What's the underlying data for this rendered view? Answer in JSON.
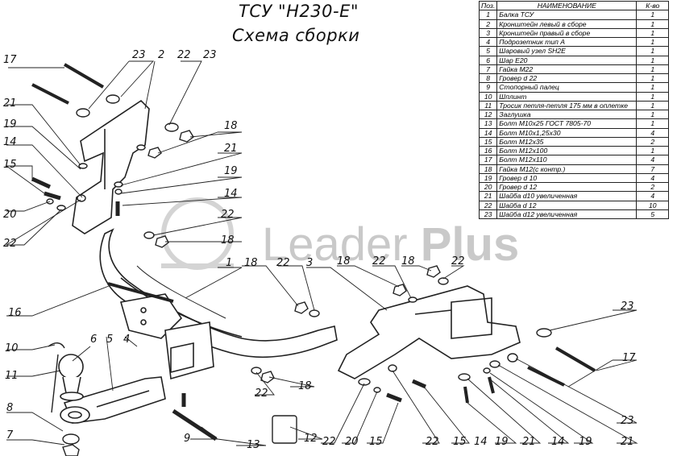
{
  "title": {
    "line1": "ТСУ \"H230-E\"",
    "line2": "Схема сборки"
  },
  "watermark": {
    "word1": "Leader ",
    "word2": "Plus"
  },
  "table": {
    "headers": {
      "pos": "Поз.",
      "name": "НАИМЕНОВАНИЕ",
      "qty": "К-во"
    },
    "rows": [
      {
        "pos": "1",
        "name": "Балка ТСУ",
        "qty": "1"
      },
      {
        "pos": "2",
        "name": "Кронштейн левый в сборе",
        "qty": "1"
      },
      {
        "pos": "3",
        "name": "Кронштейн правый в сборе",
        "qty": "1"
      },
      {
        "pos": "4",
        "name": "Подрозетник тип А",
        "qty": "1"
      },
      {
        "pos": "5",
        "name": "Шаровый узел SH2E",
        "qty": "1"
      },
      {
        "pos": "6",
        "name": "Шар E20",
        "qty": "1"
      },
      {
        "pos": "7",
        "name": "Гайка M22",
        "qty": "1"
      },
      {
        "pos": "8",
        "name": "Гровер d 22",
        "qty": "1"
      },
      {
        "pos": "9",
        "name": "Стопорный палец",
        "qty": "1"
      },
      {
        "pos": "10",
        "name": "Шплинт",
        "qty": "1"
      },
      {
        "pos": "11",
        "name": "Тросик петля-петля 175 мм в оплетке",
        "qty": "1"
      },
      {
        "pos": "12",
        "name": "Заглушка",
        "qty": "1"
      },
      {
        "pos": "13",
        "name": "Болт M10x25 ГОСТ 7805-70",
        "qty": "1"
      },
      {
        "pos": "14",
        "name": "Болт M10x1,25x30",
        "qty": "4"
      },
      {
        "pos": "15",
        "name": "Болт M12x35",
        "qty": "2"
      },
      {
        "pos": "16",
        "name": "Болт M12x100",
        "qty": "1"
      },
      {
        "pos": "17",
        "name": "Болт M12x110",
        "qty": "4"
      },
      {
        "pos": "18",
        "name": "Гайка M12(с контр.)",
        "qty": "7"
      },
      {
        "pos": "19",
        "name": "Гровер d 10",
        "qty": "4"
      },
      {
        "pos": "20",
        "name": "Гровер d 12",
        "qty": "2"
      },
      {
        "pos": "21",
        "name": "Шайба d10 увеличенная",
        "qty": "4"
      },
      {
        "pos": "22",
        "name": "Шайба d 12",
        "qty": "10"
      },
      {
        "pos": "23",
        "name": "Шайба d12 увеличенная",
        "qty": "5"
      }
    ]
  },
  "callouts": [
    "17",
    "23",
    "2",
    "22",
    "23",
    "18",
    "21",
    "19",
    "14",
    "21",
    "15",
    "19",
    "14",
    "20",
    "22",
    "22",
    "18",
    "1",
    "18",
    "22",
    "3",
    "18",
    "22",
    "18",
    "22",
    "16",
    "6",
    "5",
    "4",
    "10",
    "11",
    "8",
    "7",
    "9",
    "13",
    "12",
    "22",
    "18",
    "23",
    "17",
    "23",
    "21",
    "19",
    "14",
    "15",
    "22",
    "15",
    "20",
    "22",
    "21",
    "19",
    "14",
    "22"
  ]
}
